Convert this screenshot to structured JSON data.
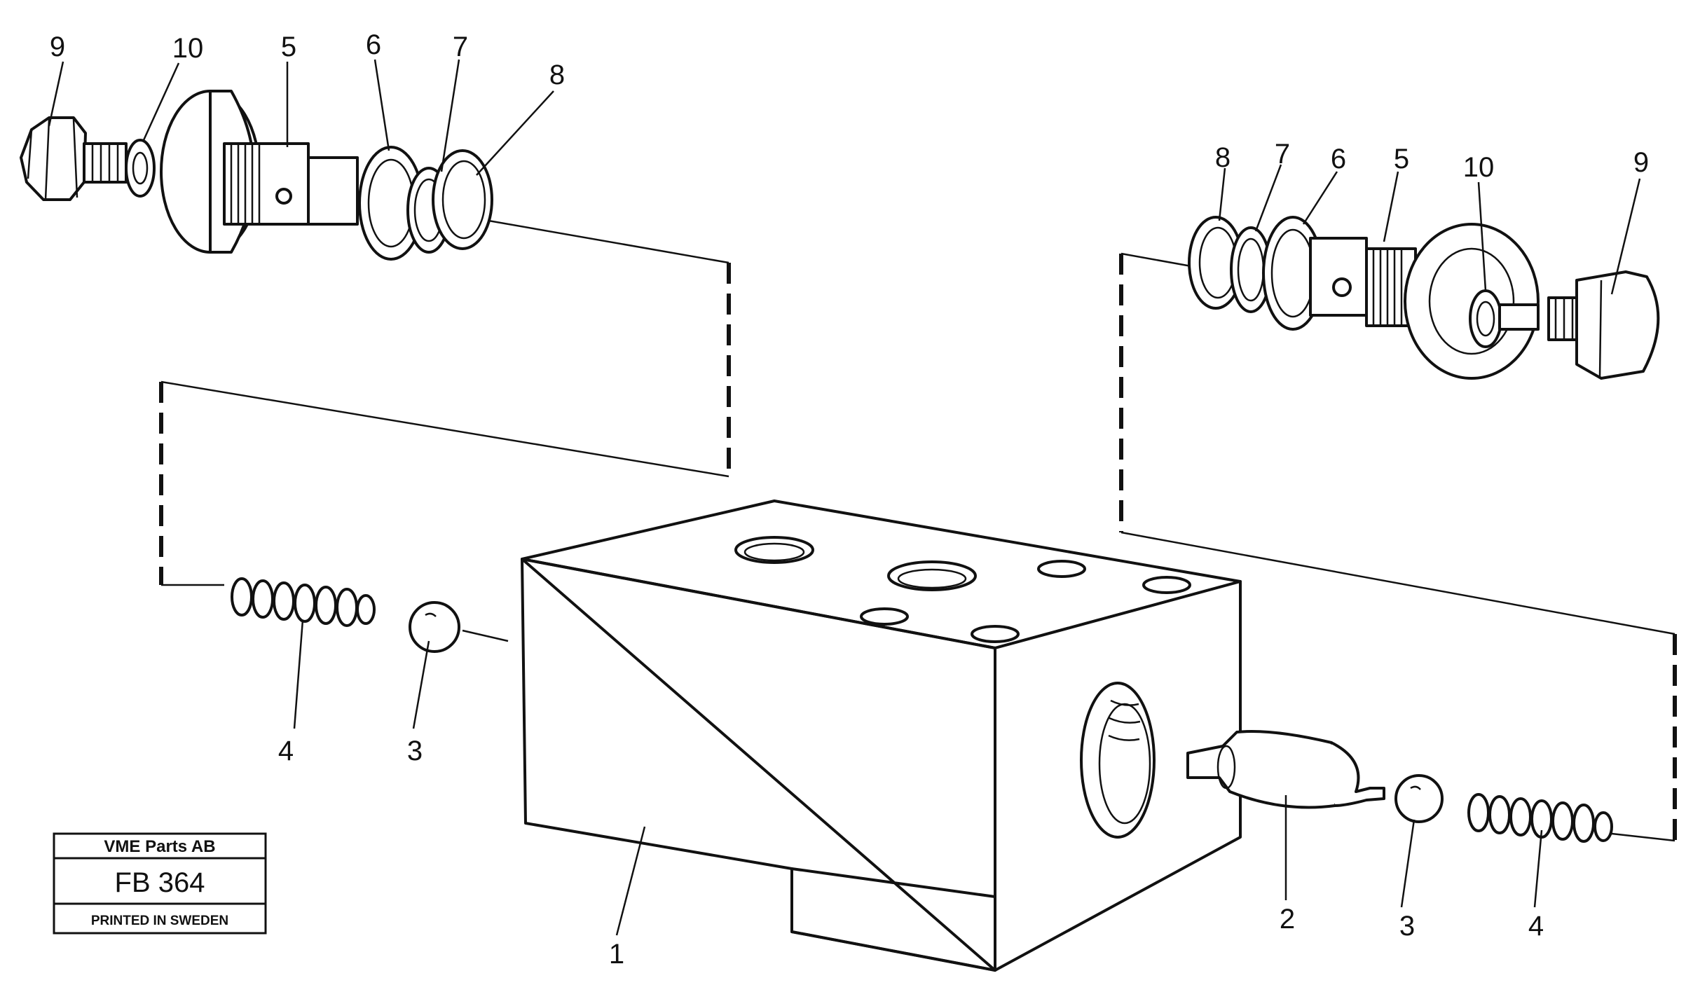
{
  "title_block": {
    "company": "VME Parts AB",
    "code": "FB 364",
    "footer": "PRINTED IN SWEDEN"
  },
  "callouts": {
    "left": [
      "9",
      "10",
      "5",
      "6",
      "7",
      "8",
      "4",
      "3"
    ],
    "right": [
      "8",
      "7",
      "6",
      "5",
      "10",
      "9",
      "2",
      "3",
      "4"
    ],
    "housing": "1"
  },
  "icons": [
    "hex-plug",
    "valve-cartridge",
    "seal-ring",
    "backup-ring",
    "spring",
    "ball",
    "piston",
    "valve-housing"
  ]
}
